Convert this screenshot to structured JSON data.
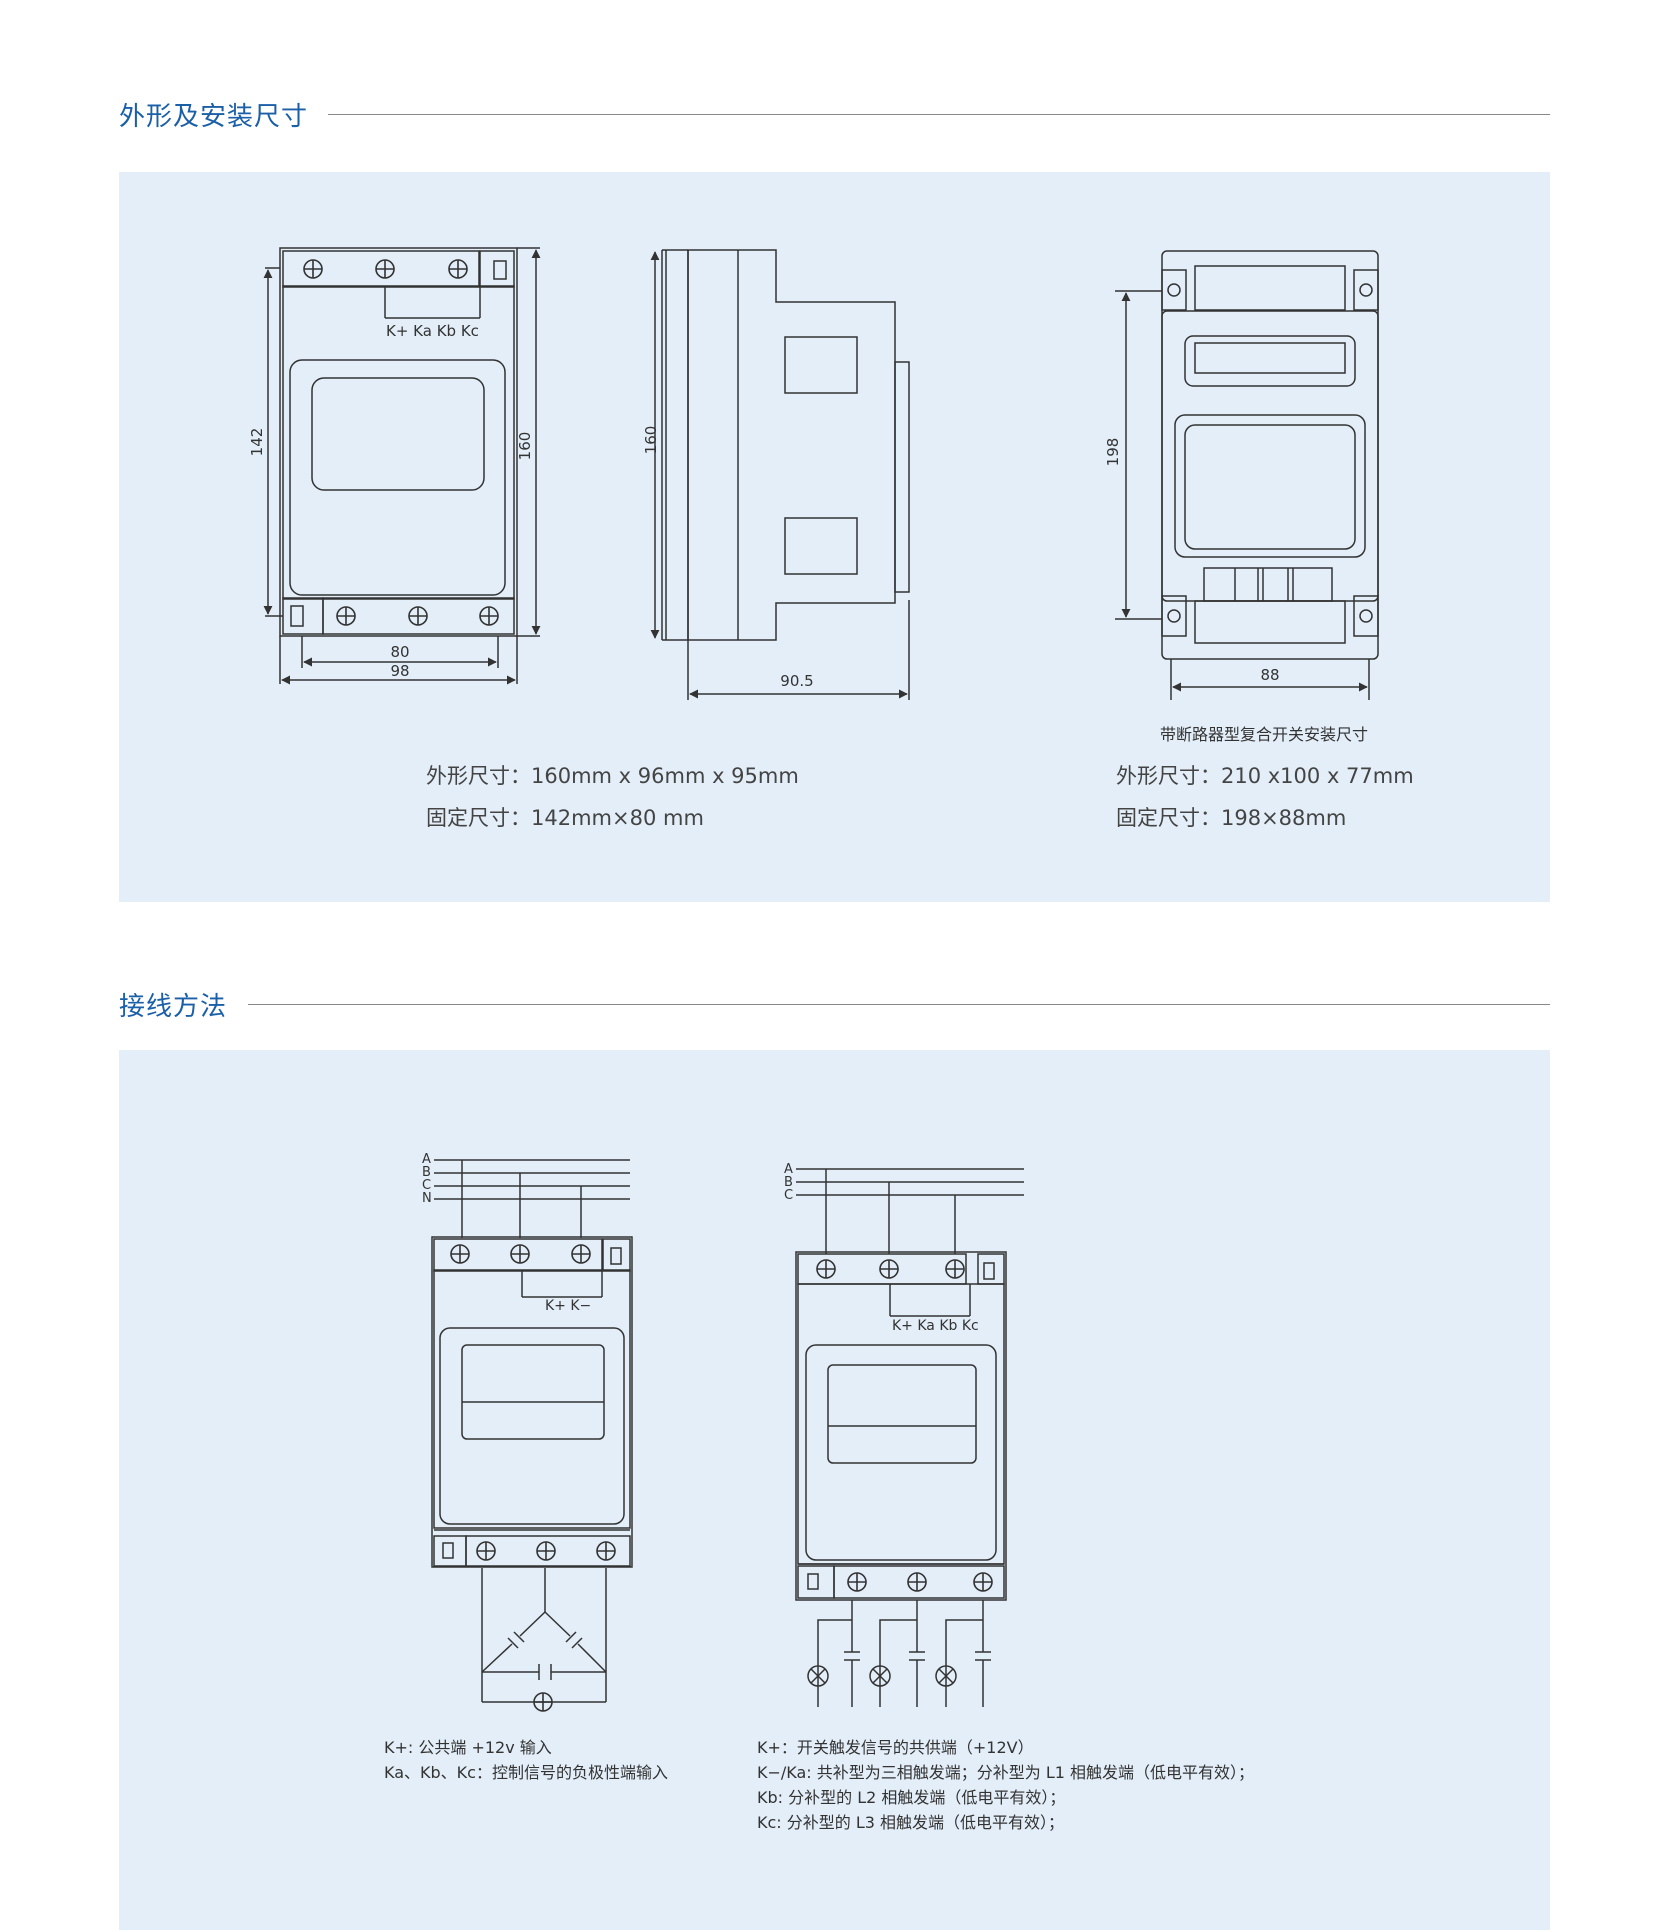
{
  "section1": {
    "title": "外形及安装尺寸"
  },
  "section2": {
    "title": "接线方法"
  },
  "drawing1": {
    "terminal_labels": "K+ Ka Kb Kc",
    "dim_height_inner": "142",
    "dim_height_outer": "160",
    "dim_width_inner": "80",
    "dim_width_outer": "98"
  },
  "drawing2": {
    "dim_height": "160",
    "dim_depth": "90.5"
  },
  "drawing3": {
    "dim_height": "198",
    "dim_width": "88",
    "caption": "带断路器型复合开关安装尺寸"
  },
  "specs_left": {
    "outer": "外形尺寸：160mm x 96mm x 95mm",
    "fixed": "固定尺寸：142mm×80 mm"
  },
  "specs_right": {
    "outer": "外形尺寸：210 x100 x 77mm",
    "fixed": "固定尺寸：198×88mm"
  },
  "wiring_left": {
    "phases": [
      "A",
      "B",
      "C",
      "N"
    ],
    "terminal_labels": "K+  K−",
    "notes": [
      "K+: 公共端 +12v 输入",
      "Ka、Kb、Kc：控制信号的负极性端输入"
    ]
  },
  "wiring_right": {
    "phases": [
      "A",
      "B",
      "C"
    ],
    "terminal_labels": "K+ Ka Kb Kc",
    "notes": [
      "K+：开关触发信号的共供端（+12V）",
      "K−/Ka: 共补型为三相触发端；分补型为 L1 相触发端（低电平有效）；",
      "Kb: 分补型的 L2 相触发端（低电平有效）；",
      "Kc: 分补型的 L3 相触发端（低电平有效）；"
    ]
  }
}
